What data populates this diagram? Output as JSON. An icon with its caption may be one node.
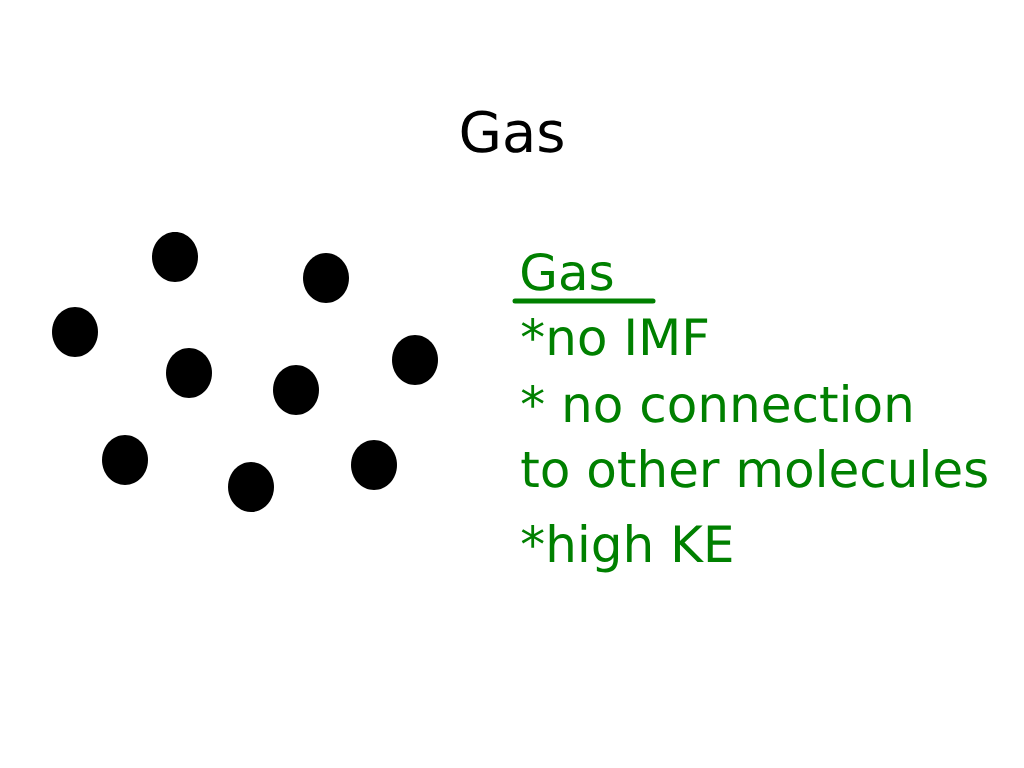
{
  "diagram": {
    "title": "Gas",
    "labels": [
      "Gas",
      "*no IMF",
      "* no connection to other molecules",
      "*high KE"
    ]
  }
}
